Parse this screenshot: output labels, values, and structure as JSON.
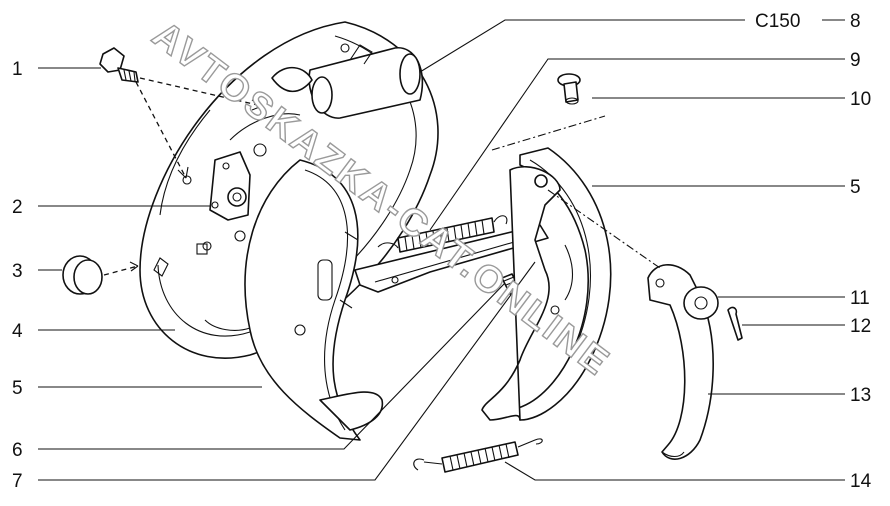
{
  "watermark": "AVTOSKAZKA-CAT.ONLINE",
  "callouts": {
    "c1": "1",
    "c2": "2",
    "c3": "3",
    "c4": "4",
    "c5_left": "5",
    "c5_right": "5",
    "c6": "6",
    "c7": "7",
    "c8_code": "C150",
    "c8": "8",
    "c9": "9",
    "c10": "10",
    "c11": "11",
    "c12": "12",
    "c13": "13",
    "c14": "14"
  },
  "colors": {
    "line": "#111111",
    "watermark_outline": "#9a9a9a",
    "background": "#ffffff"
  }
}
